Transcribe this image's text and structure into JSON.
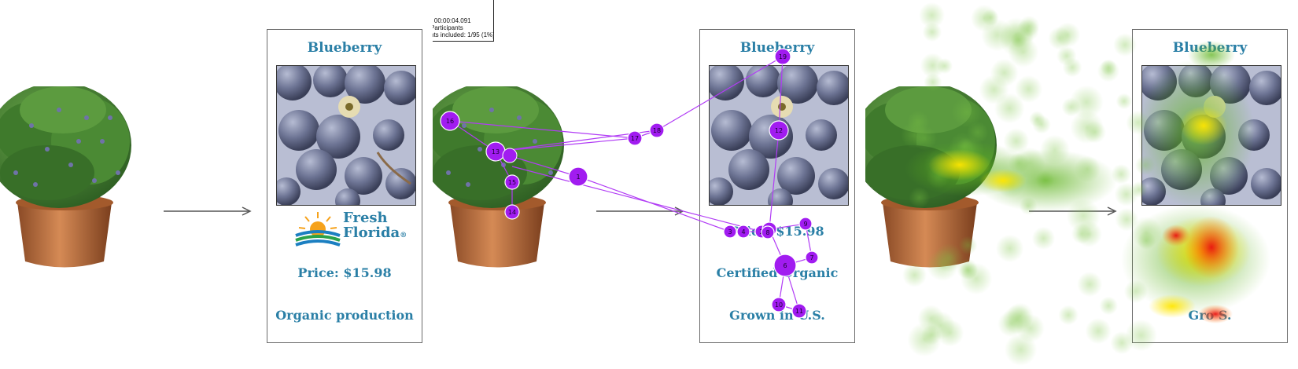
{
  "stimulus": {
    "product_name": "Blueberry",
    "logo_line1": "Fresh",
    "logo_line2": "Florida",
    "logo_mark": "®",
    "price": "Price: $15.98",
    "claim1": "Organic production"
  },
  "gaze_plot": {
    "product_name": "Blueberry",
    "price_partial": "Price: $15.98",
    "claim_partial": "Certified Organic",
    "origin_partial": "Grown in U.S.",
    "legend": {
      "line1": "- 00:00:04.091",
      "line2": "Participants",
      "line3": "nts included: 1/95 (1%)"
    },
    "fixations": [
      "1",
      "2",
      "3",
      "4",
      "5",
      "6",
      "7",
      "8",
      "9",
      "10",
      "11",
      "12",
      "13",
      "14",
      "15",
      "16",
      "17",
      "18",
      "19"
    ]
  },
  "heatmap": {
    "product_name": "Blueberry",
    "origin_partial": "Gro      S."
  },
  "colors": {
    "title_blue": "#2a7fa6",
    "fixation_purple": "#a11cf0",
    "heat_green": "#6fbf2a",
    "heat_red": "#e81010"
  }
}
